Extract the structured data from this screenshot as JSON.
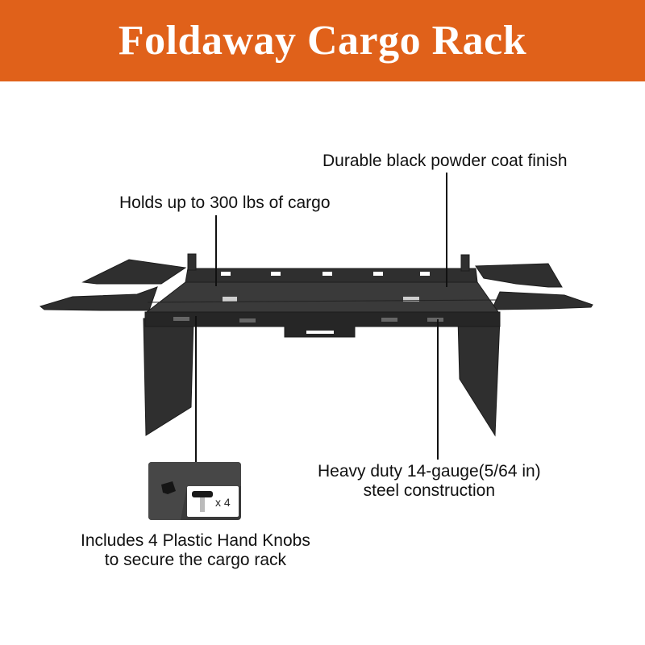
{
  "title": "Foldaway Cargo Rack",
  "callouts": {
    "finish": "Durable black powder coat finish",
    "capacity": "Holds up to 300 lbs of cargo",
    "steel_line1": "Heavy duty 14-gauge(5/64 in)",
    "steel_line2": "steel construction",
    "knobs_line1": "Includes 4 Plastic Hand Knobs",
    "knobs_line2": "to secure the cargo rack"
  },
  "inset": {
    "quantity": "x 4"
  },
  "colors": {
    "banner": "#E0611A",
    "rack": "#2e2e2e"
  }
}
